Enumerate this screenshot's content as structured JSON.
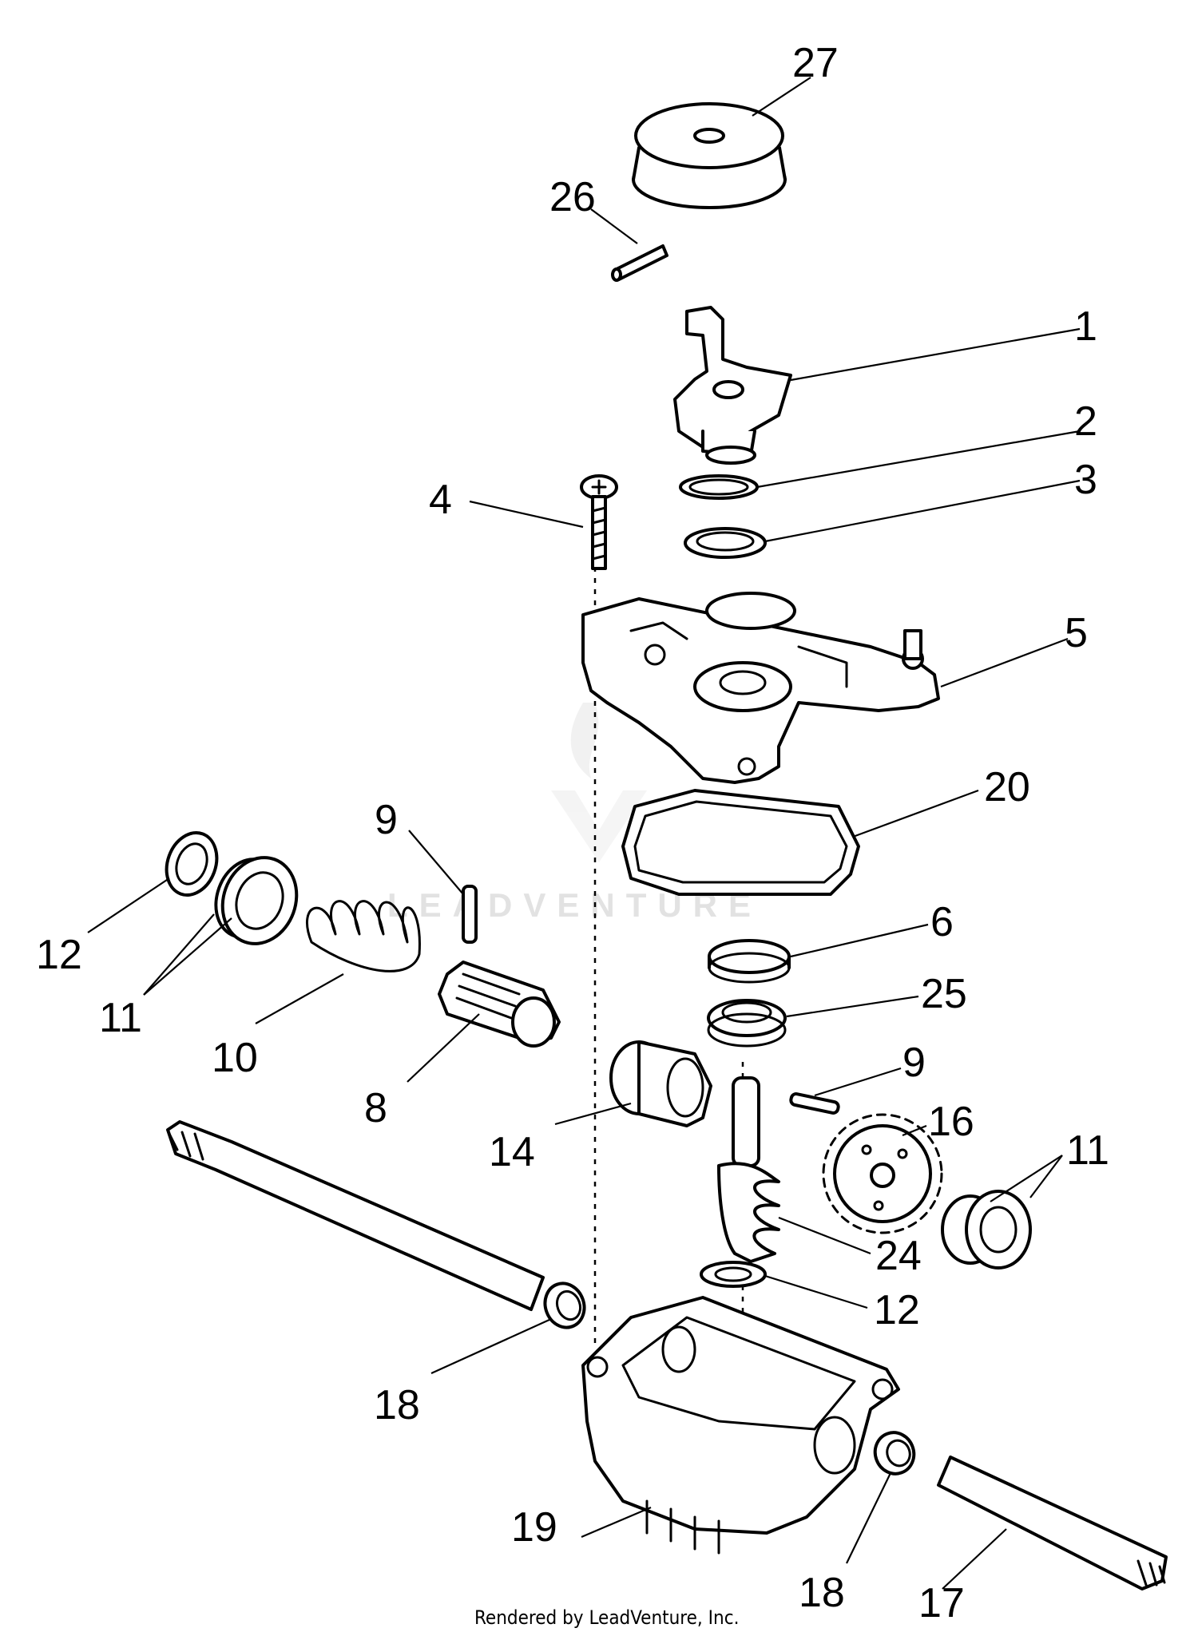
{
  "callouts": [
    {
      "label": "27"
    },
    {
      "label": "26"
    },
    {
      "label": "1"
    },
    {
      "label": "2"
    },
    {
      "label": "3"
    },
    {
      "label": "4"
    },
    {
      "label": "5"
    },
    {
      "label": "20"
    },
    {
      "label": "9"
    },
    {
      "label": "12"
    },
    {
      "label": "11"
    },
    {
      "label": "10"
    },
    {
      "label": "8"
    },
    {
      "label": "6"
    },
    {
      "label": "25"
    },
    {
      "label": "9"
    },
    {
      "label": "16"
    },
    {
      "label": "11"
    },
    {
      "label": "14"
    },
    {
      "label": "24"
    },
    {
      "label": "12"
    },
    {
      "label": "18"
    },
    {
      "label": "19"
    },
    {
      "label": "18"
    },
    {
      "label": "17"
    }
  ],
  "watermark": "LEADVENTURE",
  "footer": "Rendered by LeadVenture, Inc."
}
